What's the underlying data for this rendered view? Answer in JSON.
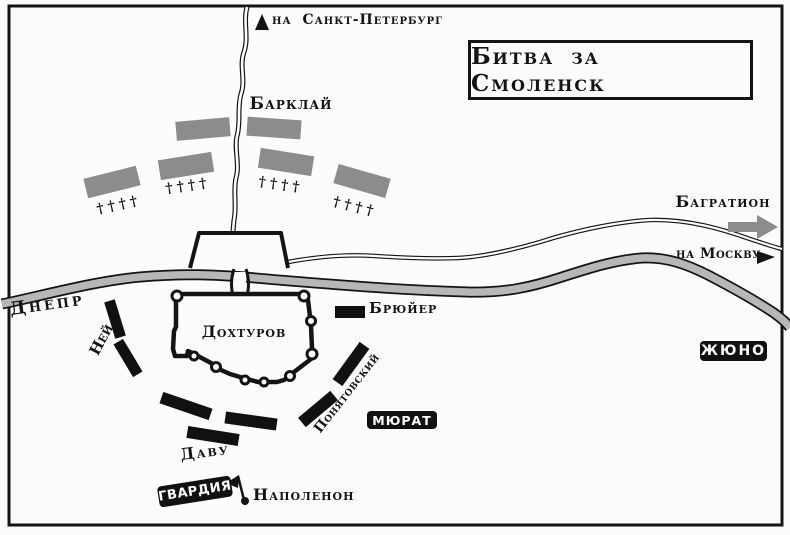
{
  "map": {
    "title": "Битва за Смоленск",
    "roads": {
      "to_petersburg": "на Санкт-Петербург",
      "to_moscow": "на Москву"
    },
    "river": {
      "name": "Днепр"
    },
    "russian_forces": {
      "barclay": "Барклай",
      "bagration": "Багратион",
      "dokhturov": "Дохтуров"
    },
    "french_forces": {
      "ney": "Ней",
      "davout": "Даву",
      "guard": "ГВАРДИЯ",
      "napoleon": "Наполенон",
      "poniatowski": "Понятовский",
      "murat": "МЮРАТ",
      "junot": "ЖЮНО",
      "bruyere": "Брюйер"
    },
    "icons": {
      "infantry": "††††"
    },
    "colors": {
      "ink": "#141414",
      "russian_unit": "#8c8c8c",
      "french_unit": "#111111",
      "river": "#b7b7b7",
      "background": "#fcfcfc"
    }
  }
}
